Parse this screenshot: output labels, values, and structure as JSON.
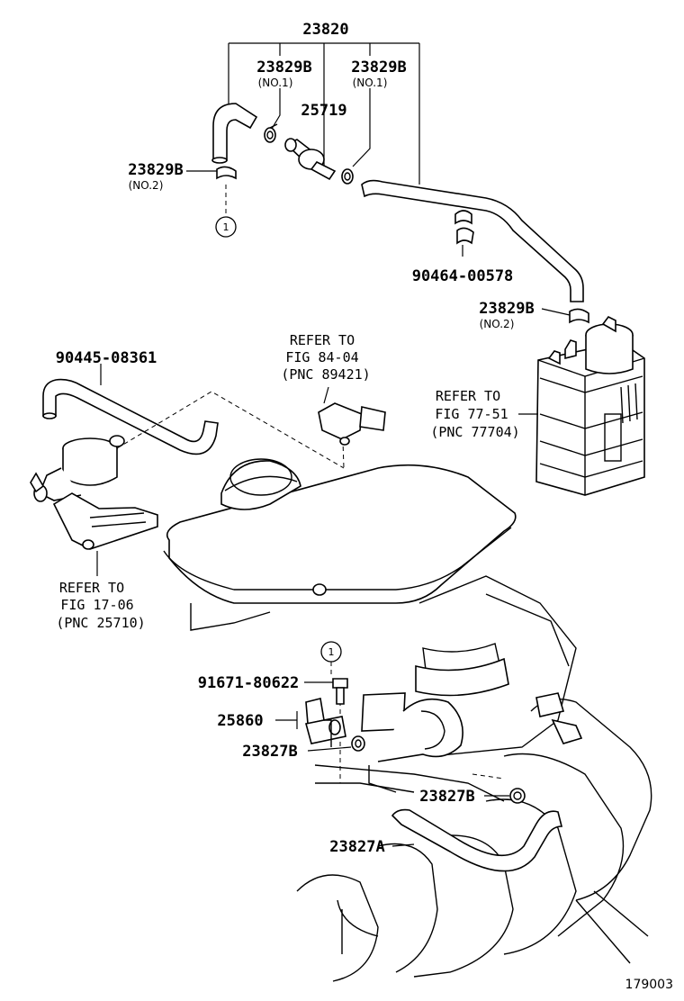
{
  "labels": {
    "p23820": "23820",
    "p23829b_a": "23829B",
    "p23829b_a_sub": "(NO.1)",
    "p23829b_b": "23829B",
    "p23829b_b_sub": "(NO.1)",
    "p25719": "25719",
    "p23829b_c": "23829B",
    "p23829b_c_sub": "(NO.2)",
    "p90464": "90464-00578",
    "p23829b_d": "23829B",
    "p23829b_d_sub": "(NO.2)",
    "p90445": "90445-08361",
    "ref_a_line1": "REFER TO",
    "ref_a_line2": "FIG 84-04",
    "ref_a_line3": "(PNC 89421)",
    "ref_b_line1": "REFER TO",
    "ref_b_line2": "FIG 77-51",
    "ref_b_line3": "(PNC 77704)",
    "ref_c_line1": "REFER TO",
    "ref_c_line2": "FIG 17-06",
    "ref_c_line3": "(PNC 25710)",
    "p91671": "91671-80622",
    "p25860": "25860",
    "p23827b_a": "23827B",
    "p23827b_b": "23827B",
    "p23827a": "23827A",
    "circle_a": "1",
    "circle_b": "1",
    "figure_id": "179003"
  }
}
